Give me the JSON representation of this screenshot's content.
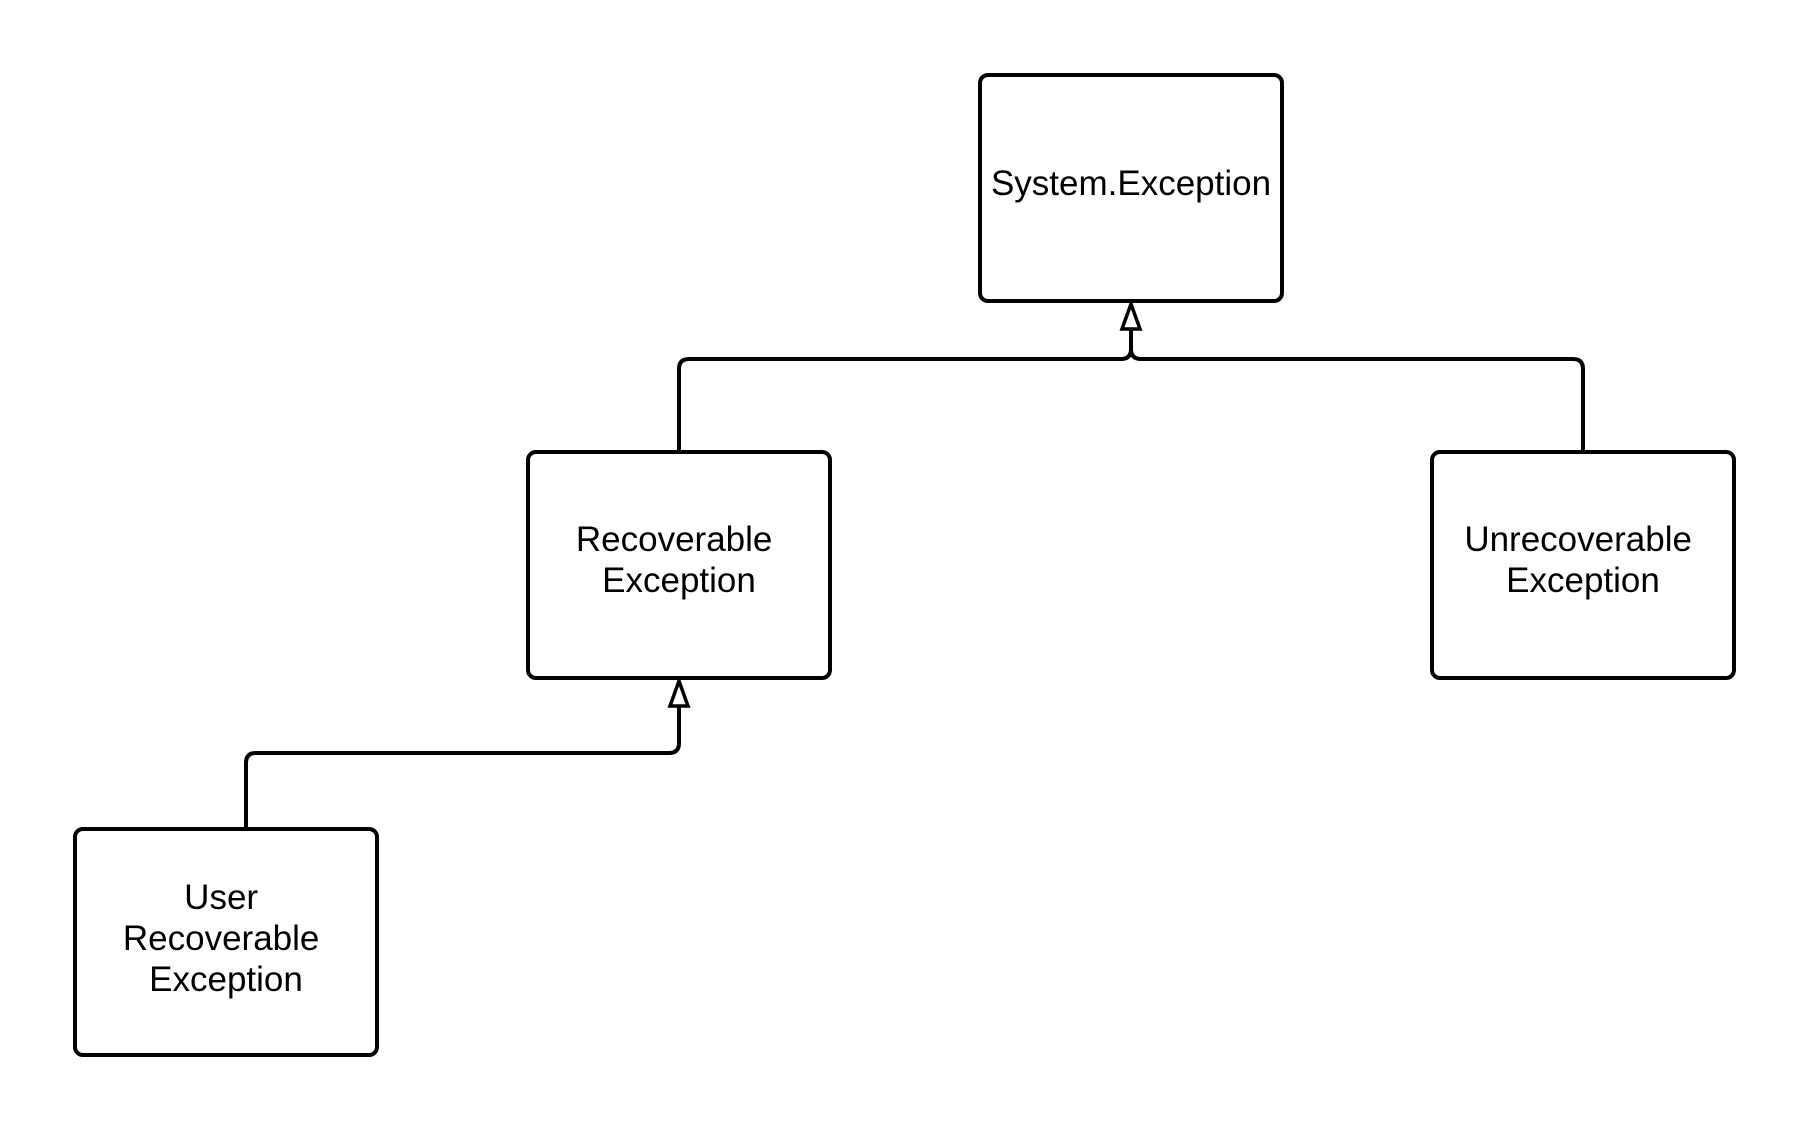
{
  "diagram": {
    "nodes": {
      "system_exception": {
        "lines": [
          "System.Exception"
        ]
      },
      "recoverable_exception": {
        "lines": [
          "Recoverable",
          "Exception"
        ]
      },
      "unrecoverable_exception": {
        "lines": [
          "Unrecoverable",
          "Exception"
        ]
      },
      "user_recoverable_exception": {
        "lines": [
          "User",
          "Recoverable",
          "Exception"
        ]
      }
    },
    "edges": [
      {
        "from": "Recoverable Exception",
        "to": "System.Exception",
        "kind": "generalization"
      },
      {
        "from": "Unrecoverable Exception",
        "to": "System.Exception",
        "kind": "generalization"
      },
      {
        "from": "User Recoverable Exception",
        "to": "Recoverable Exception",
        "kind": "generalization"
      }
    ],
    "colors": {
      "stroke": "#000000",
      "fill": "#ffffff",
      "background": "#ffffff"
    }
  }
}
